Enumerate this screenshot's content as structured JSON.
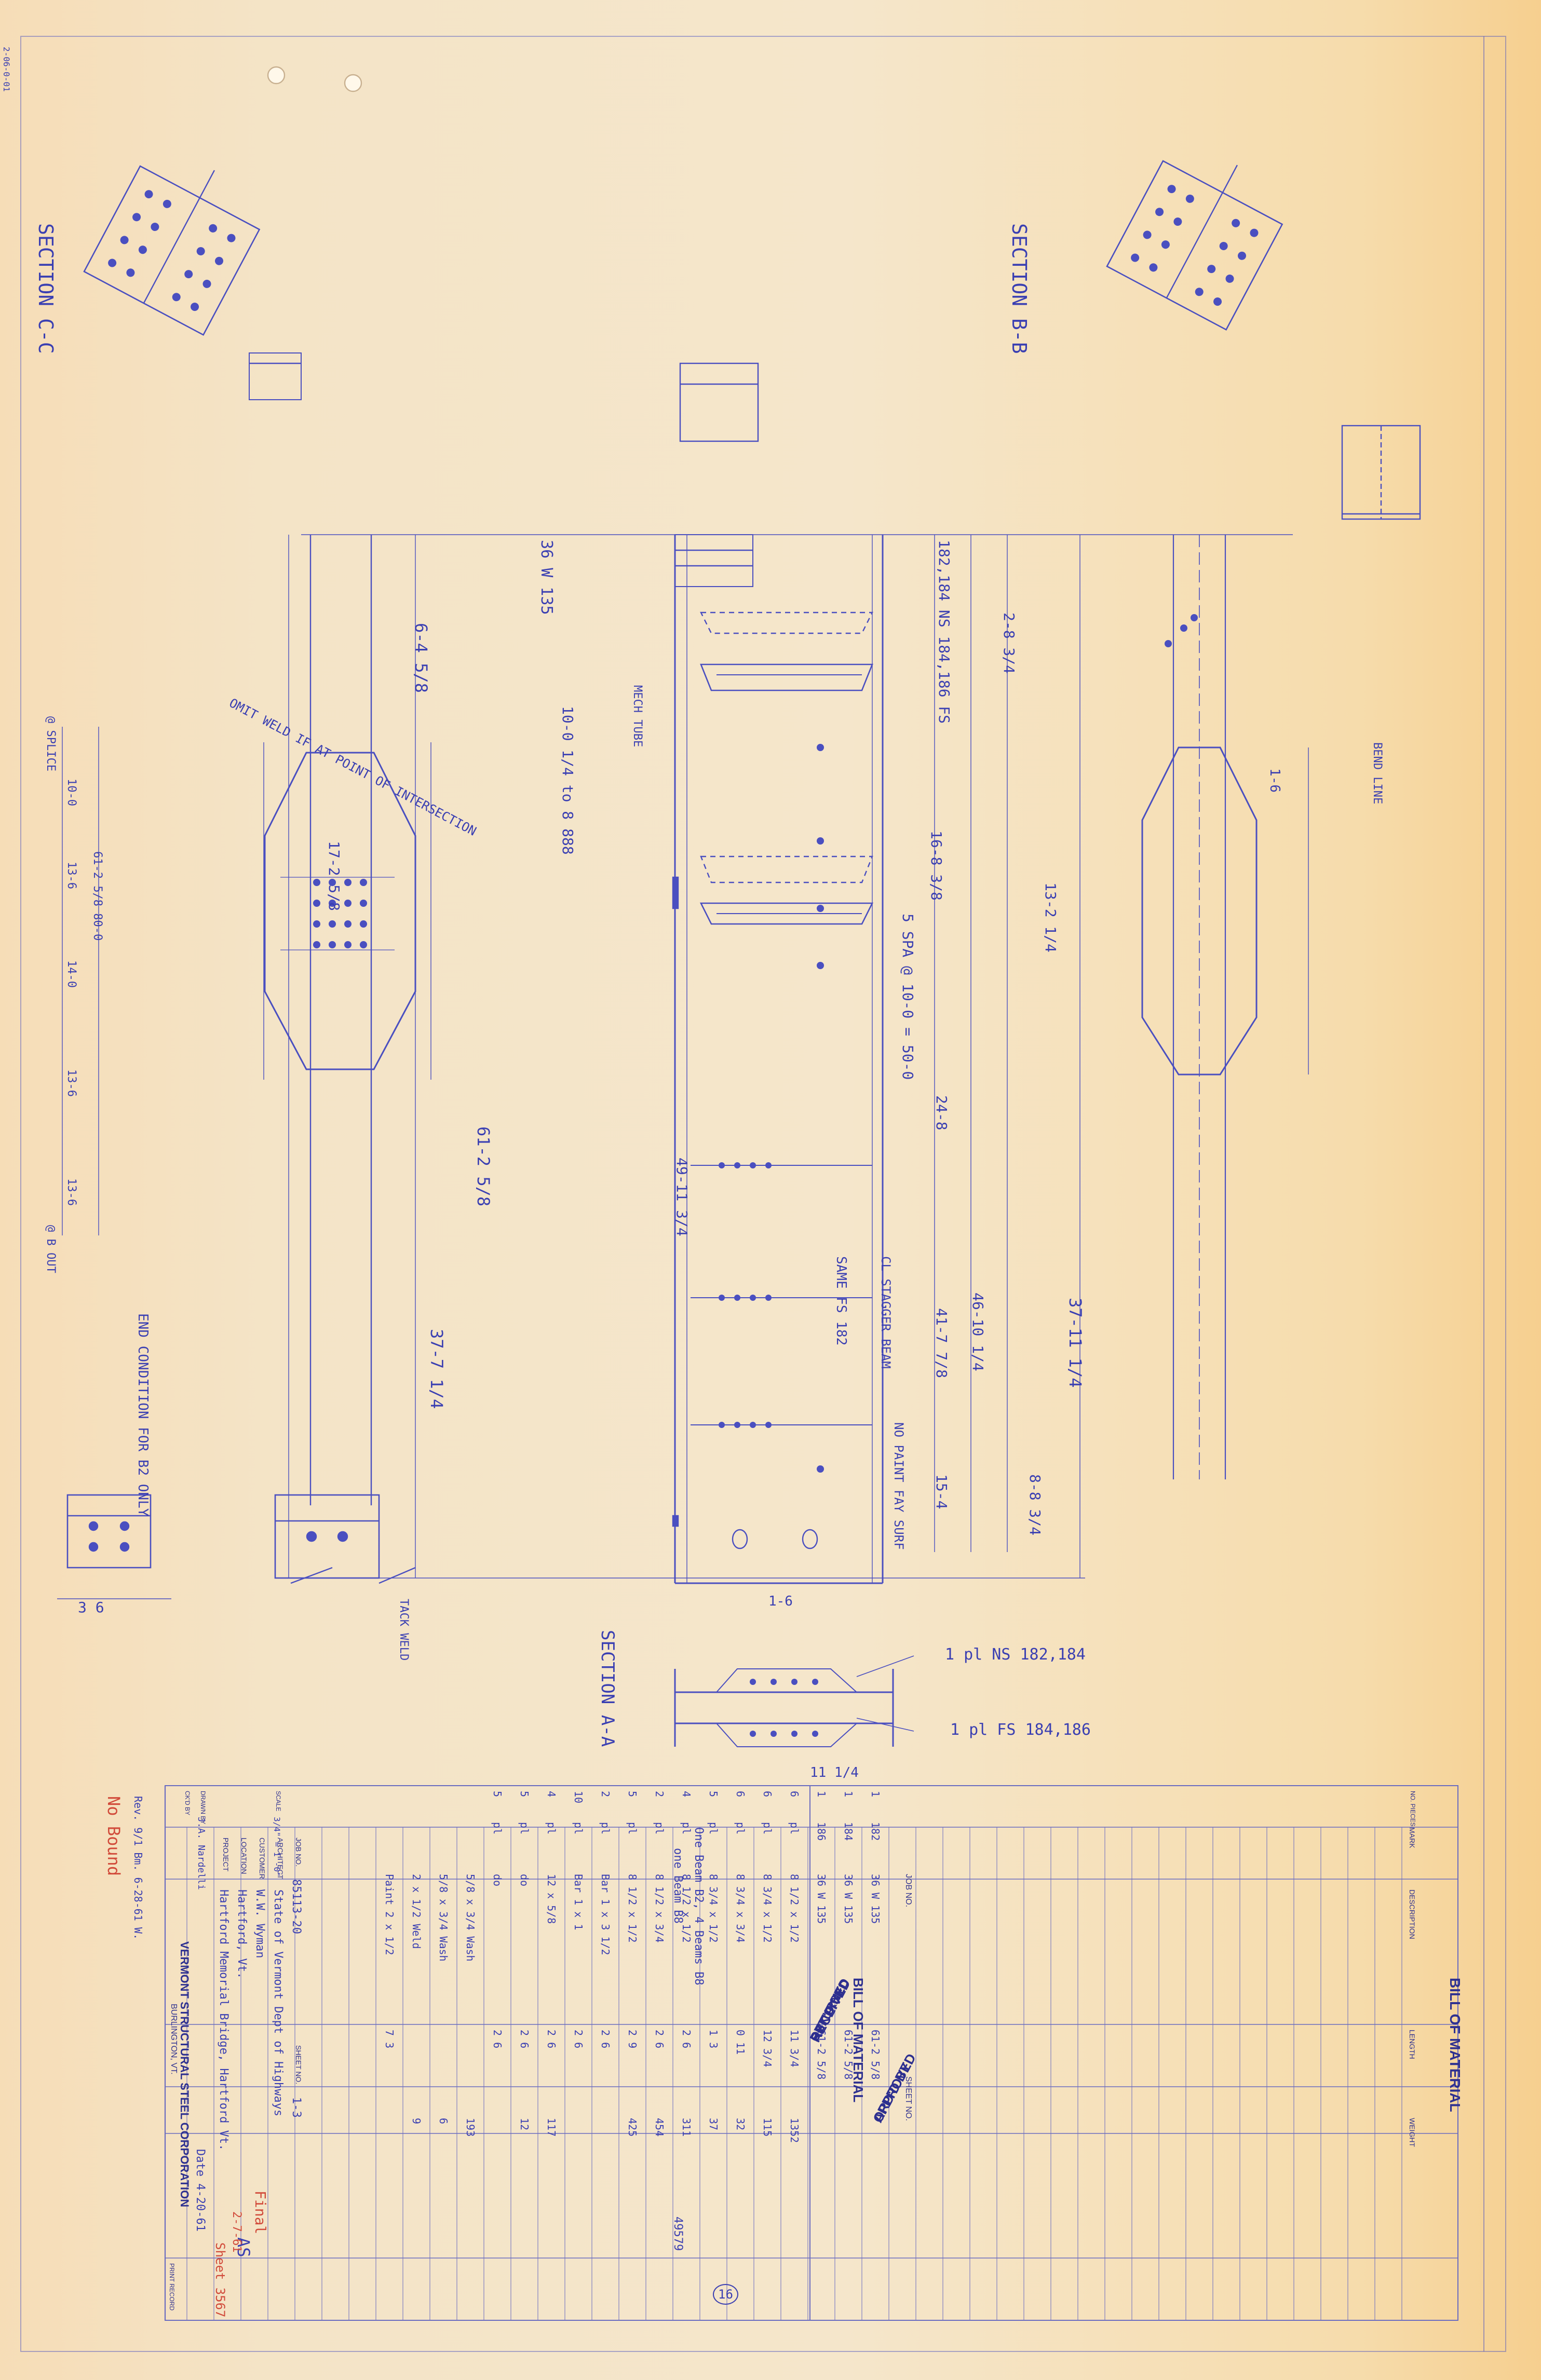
{
  "corner_mark": "2-06-0-01",
  "sections": {
    "section_a": "SECTION A-A",
    "section_b": "SECTION B-B",
    "section_c": "SECTION C-C"
  },
  "callouts": {
    "pl1_ns": "1 pl NS 182,184",
    "pl1_fs": "1 pl FS 184,186",
    "bend_line": "BEND LINE",
    "omit_weld": "OMIT WELD IF AT POINT OF INTERSECTION",
    "end_condition": "END CONDITION FOR B2 ONLY",
    "mech_tube": "MECH TUBE",
    "ns_fs": "182,184 NS 184,186 FS",
    "same_fs": "SAME FS 182",
    "beam": "36 W 135",
    "tack_weld": "TACK WELD",
    "no_paint": "NO PAINT FAY SURF",
    "center_line": "CL STAGGER BEAM"
  },
  "dimensions": {
    "d1": "6-4 5/8",
    "d2": "17-2 5/8",
    "d3": "61-2 5/8",
    "d4": "37-7 1/4",
    "d5": "10-0 1/4 to 8 888",
    "d6": "5 SPA @ 10-0 = 50-0",
    "d7": "2-8 3/4",
    "d8": "16-8 3/8",
    "d9": "24-8",
    "d10": "46-10 1/4",
    "d11": "41-7 7/8",
    "d12": "37-11 1/4",
    "d13": "15-4",
    "d14": "1-6",
    "d15": "3 6",
    "d16": "1-6",
    "d17": "11 1/4",
    "d18": "49-11 3/4",
    "d19": "8-8 3/4",
    "d20": "13-2 1/4"
  },
  "left_notes": {
    "splice": "@ SPLICE",
    "l1": "10-0",
    "l2": "13-6",
    "l3": "14-0",
    "l4": "13-6",
    "l5": "13-6",
    "bout": "@ B OUT",
    "tot": "61-2 5/8 80-0"
  },
  "stamps": {
    "received": "RECEIVED",
    "chkd_by": "CHK'D BY",
    "returned": "RETURNED",
    "by": "BY",
    "ordd_by": "ORD'D BY",
    "approved": "APPROVED"
  },
  "title_block": {
    "bill_of_material": "BILL OF MATERIAL",
    "company": "VERMONT STRUCTURAL STEEL CORPORATION",
    "company_city": "BURLINGTON, VT.",
    "rev_note": "Rev. 9/1 Bm. 6-28-61 W.",
    "no_bound": "No Bound",
    "project_label": "PROJECT",
    "project": "Hartford Memorial Bridge, Hartford Vt.",
    "location_label": "LOCATION",
    "location": "Hartford, Vt.",
    "customer_label": "CUSTOMER",
    "customer": "W.W. Wyman",
    "architect_label": "ARCHITECT",
    "architect": "State of Vermont Dept of Highways",
    "job_no_label": "JOB NO.",
    "job_no": "85113-20",
    "sheet_no_label": "SHEET NO.",
    "sheet_no": "1-3",
    "drawn_by_label": "DRAWN BY",
    "drawn_by": "J.A. Nardelli",
    "date": "Date 4-20-61",
    "chkd_label": "CK'D BY",
    "scale_label": "SCALE",
    "scale": "3/4\" = 1'-0\"",
    "mark_label": "MARK",
    "desc_label": "DESCRIPTION",
    "length_label": "LENGTH",
    "weight_label": "WEIGHT",
    "no_pieces_label": "NO. PIECES",
    "job_no_head": "JOB NO.",
    "sheet_no_head": "SHEET NO.",
    "bm_desc": "One Beam B2, 4 Beams B8",
    "bm_desc2": "one Beam B8",
    "sheet_circle": "16",
    "weight_total": "49579",
    "sheet_id": "Sheet 3567",
    "print_record": "PRINT RECORD",
    "final": "Final",
    "as": "AS",
    "date2": "2-7-61"
  },
  "bom_rows": [
    {
      "qty": "1",
      "mark": "182",
      "desc": "36 W 135",
      "len": "61-2 5/8",
      "wt": ""
    },
    {
      "qty": "1",
      "mark": "184",
      "desc": "36 W 135",
      "len": "61-2 5/8",
      "wt": ""
    },
    {
      "qty": "1",
      "mark": "186",
      "desc": "36 W 135",
      "len": "61-2 5/8",
      "wt": ""
    },
    {
      "qty": "6",
      "mark": "pl",
      "desc": "8 1/2 x 1/2",
      "len": "11 3/4",
      "wt": "1352"
    },
    {
      "qty": "6",
      "mark": "pl",
      "desc": "8 3/4 x 1/2",
      "len": "12 3/4",
      "wt": "115"
    },
    {
      "qty": "6",
      "mark": "pl",
      "desc": "8 3/4 x 3/4",
      "len": "0 11",
      "wt": "32"
    },
    {
      "qty": "5",
      "mark": "pl",
      "desc": "8 3/4 x 1/2",
      "len": "1 3",
      "wt": "37"
    },
    {
      "qty": "4",
      "mark": "pl",
      "desc": "8 1/2 x 1/2",
      "len": "2 6",
      "wt": "311"
    },
    {
      "qty": "2",
      "mark": "pl",
      "desc": "8 1/2 x 3/4",
      "len": "2 6",
      "wt": "454"
    },
    {
      "qty": "5",
      "mark": "pl",
      "desc": "8 1/2 x 1/2",
      "len": "2 9",
      "wt": "425"
    },
    {
      "qty": "2",
      "mark": "pl",
      "desc": "Bar 1 x 3 1/2",
      "len": "2 6",
      "wt": ""
    },
    {
      "qty": "10",
      "mark": "pl",
      "desc": "Bar 1 x 1",
      "len": "2 6",
      "wt": ""
    },
    {
      "qty": "4",
      "mark": "pl",
      "desc": "12 x 5/8",
      "len": "2 6",
      "wt": "117"
    },
    {
      "qty": "5",
      "mark": "pl",
      "desc": "do",
      "len": "2 6",
      "wt": "12"
    },
    {
      "qty": "5",
      "mark": "pl",
      "desc": "do",
      "len": "2 6",
      "wt": ""
    },
    {
      "qty": "",
      "mark": "",
      "desc": "5/8 x 3/4 Wash",
      "len": "",
      "wt": "193"
    },
    {
      "qty": "",
      "mark": "",
      "desc": "5/8 x 3/4 Wash",
      "len": "",
      "wt": "6"
    },
    {
      "qty": "",
      "mark": "",
      "desc": "2 x 1/2 Weld",
      "len": "",
      "wt": "9"
    },
    {
      "qty": "",
      "mark": "",
      "desc": "Paint 2 x 1/2",
      "len": "7 3",
      "wt": ""
    }
  ]
}
